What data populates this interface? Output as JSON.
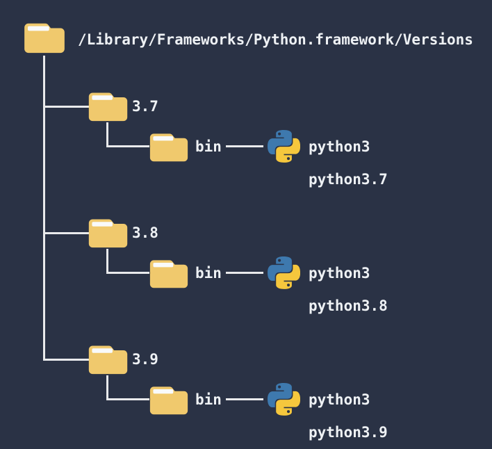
{
  "root": {
    "path_label": "/Library/Frameworks/Python.framework/Versions"
  },
  "versions": [
    {
      "label": "3.7",
      "bin": {
        "label": "bin",
        "executables": [
          "python3",
          "python3.7"
        ]
      }
    },
    {
      "label": "3.8",
      "bin": {
        "label": "bin",
        "executables": [
          "python3",
          "python3.8"
        ]
      }
    },
    {
      "label": "3.9",
      "bin": {
        "label": "bin",
        "executables": [
          "python3",
          "python3.9"
        ]
      }
    }
  ],
  "icons": {
    "folder": "folder-icon",
    "python": "python-logo-icon"
  },
  "colors": {
    "background": "#2a3245",
    "line": "#e9eaec",
    "text": "#eef1f4",
    "folder": "#f0c96d",
    "folder_stripe": "#f9fafb",
    "python_blue": "#3e79ae",
    "python_yellow": "#f5c73d"
  }
}
